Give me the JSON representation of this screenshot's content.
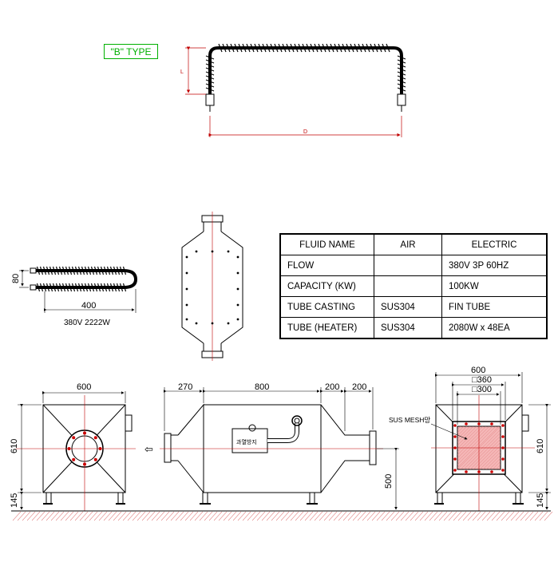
{
  "type_tag": "\"B\" TYPE",
  "heater_b": {
    "dim_l": "L",
    "dim_d": "D"
  },
  "heater_u": {
    "dim_height": "80",
    "dim_length": "400",
    "rating": "380V 2222W"
  },
  "table": {
    "header": [
      "FLUID NAME",
      "AIR",
      "ELECTRIC"
    ],
    "rows": [
      [
        "FLOW",
        "",
        "380V 3P 60HZ"
      ],
      [
        "CAPACITY (KW)",
        "",
        "100KW"
      ],
      [
        "TUBE CASTING",
        "SUS304",
        "FIN TUBE"
      ],
      [
        "TUBE (HEATER)",
        "SUS304",
        "2080W x 48EA"
      ]
    ]
  },
  "front_view": {
    "width": "600",
    "height": "610",
    "leg": "145"
  },
  "side_view": {
    "d1": "270",
    "d2": "800",
    "d3": "200",
    "d4": "200",
    "height": "500",
    "panel_label": "과열방지",
    "flow_arrow": "⇦"
  },
  "rear_view": {
    "width": "600",
    "mesh_outer": "□360",
    "mesh_inner": "□300",
    "mesh_label": "SUS MESH망",
    "height": "610",
    "leg": "145"
  },
  "colors": {
    "line": "#000000",
    "red": "#cc0000",
    "green": "#00b000",
    "mesh": "#f4b6b6"
  }
}
